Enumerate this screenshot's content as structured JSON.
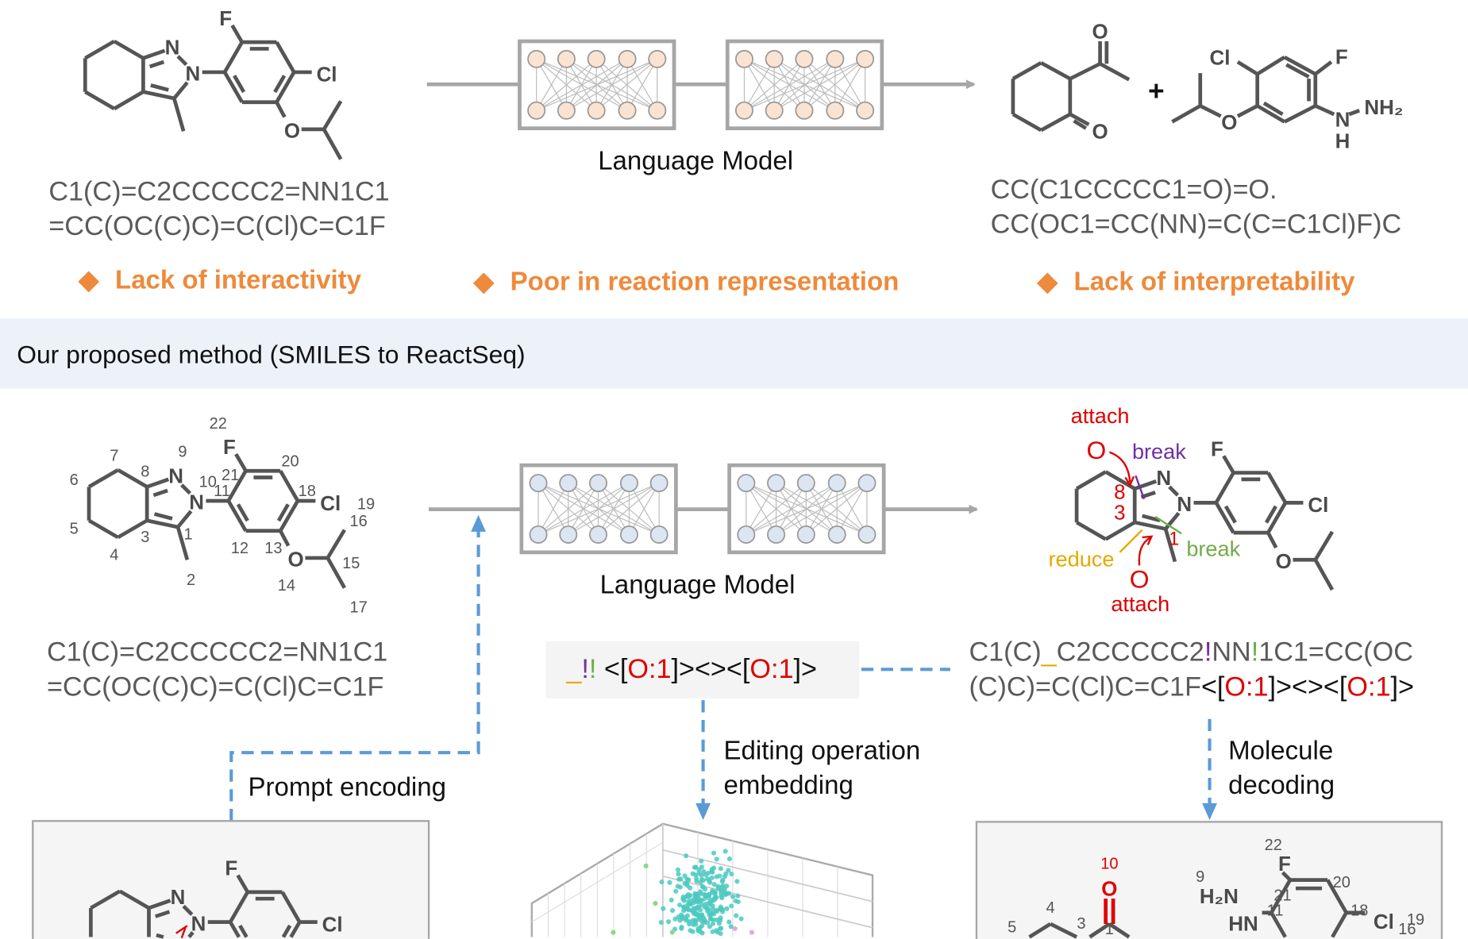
{
  "colors": {
    "issue_orange": "#EE8A3C",
    "band_bg": "#EDF2F9",
    "arrow_blue": "#5B9BD5",
    "nn_top_fill": "#FBE3D2",
    "nn_bottom_fill": "#DCE6F2",
    "attach_red": "#E00000",
    "break_purple": "#7030A0",
    "break_green": "#70AD47",
    "reduce_yellow": "#E6A800",
    "embedding_teal": "#4CC9C0"
  },
  "atoms": {
    "N": "N",
    "F": "F",
    "Cl": "Cl",
    "O": "O",
    "H": "H",
    "NH2": "NH₂",
    "H2N": "H₂N",
    "HN": "HN"
  },
  "top": {
    "input_smiles": [
      "C1(C)=C2CCCCC2=NN1C1",
      "=CC(OC(C)C)=C(Cl)C=C1F"
    ],
    "model_label": "Language Model",
    "plus": "+",
    "output_smiles": [
      "CC(C1CCCCC1=O)=O.",
      "CC(OC1=CC(NN)=C(C=C1Cl)F)C"
    ],
    "issues": [
      {
        "icon": "diamond-icon",
        "bullet": "◆",
        "label": "Lack of interactivity"
      },
      {
        "icon": "diamond-icon",
        "bullet": "◆",
        "label": "Poor in reaction representation"
      },
      {
        "icon": "diamond-icon",
        "bullet": "◆",
        "label": "Lack of interpretability"
      }
    ]
  },
  "section_title": "Our proposed method (SMILES to ReactSeq)",
  "bottom": {
    "atom_numbers": [
      "1",
      "2",
      "3",
      "4",
      "5",
      "6",
      "7",
      "8",
      "9",
      "10",
      "11",
      "12",
      "13",
      "14",
      "15",
      "16",
      "17",
      "18",
      "19",
      "20",
      "21",
      "22"
    ],
    "input_smiles": [
      "C1(C)=C2CCCCC2=NN1C1",
      "=CC(OC(C)C)=C(Cl)C=C1F"
    ],
    "model_label": "Language Model",
    "edit_tokens": [
      "_",
      "!",
      "!",
      " <[",
      "O:1",
      "]><><[",
      "O:1",
      "]>"
    ],
    "reactseq_line1": [
      "C1(C)",
      "_",
      "C2CCCCC2",
      "!",
      "NN",
      "!",
      "1C1=CC(OC"
    ],
    "reactseq_line2": [
      "(C)C)=C(Cl)C=C1F",
      "<[",
      "O:1",
      "]><><[",
      "O:1",
      "]>"
    ],
    "annotations": {
      "attach_top": "attach",
      "o_top": "O",
      "break_purple": "break",
      "idx_8": "8",
      "idx_3": "3",
      "idx_1": "1",
      "break_green": "break",
      "reduce": "reduce",
      "o_bottom": "O",
      "attach_bottom": "attach"
    },
    "steps": {
      "prompt": "Prompt encoding",
      "editing": [
        "Editing operation",
        "embedding"
      ],
      "decoding": [
        "Molecule",
        "decoding"
      ]
    },
    "decoded_numbers": {
      "n10": "10",
      "n9": "9",
      "n22": "22",
      "n20": "20",
      "n21": "21",
      "n11": "11",
      "n18": "18",
      "n19": "19",
      "n16": "16",
      "n4": "4",
      "n3": "3",
      "n5": "5",
      "n1": "1"
    }
  }
}
